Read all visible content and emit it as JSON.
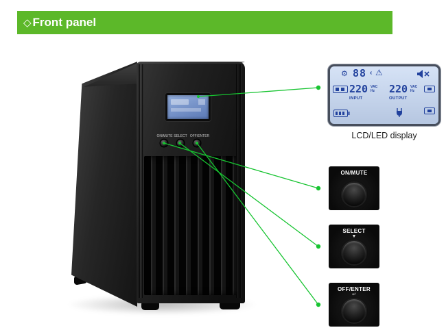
{
  "colors": {
    "accent_green": "#5cb829",
    "callout_green": "#17c431",
    "lcd_bg": "#c4d6f2",
    "lcd_ink": "#21419d"
  },
  "header": {
    "prefix": "◇",
    "title": "Front panel"
  },
  "lcd": {
    "caption": "LCD/LED display",
    "status_value": "88",
    "input": {
      "value": "220",
      "unit_top": "VAC",
      "unit_bottom": "Hz",
      "label": "INPUT"
    },
    "output": {
      "value": "220",
      "unit_top": "VAC",
      "unit_bottom": "Hz",
      "label": "OUTPUT"
    }
  },
  "icons": {
    "gear": "⚙",
    "warning": "⚠",
    "left_arrow": "‹"
  },
  "buttons": [
    {
      "label": "ON/MUTE",
      "symbol": ""
    },
    {
      "label": "SELECT",
      "symbol": "▼"
    },
    {
      "label": "OFF/ENTER",
      "symbol": "↵"
    }
  ]
}
